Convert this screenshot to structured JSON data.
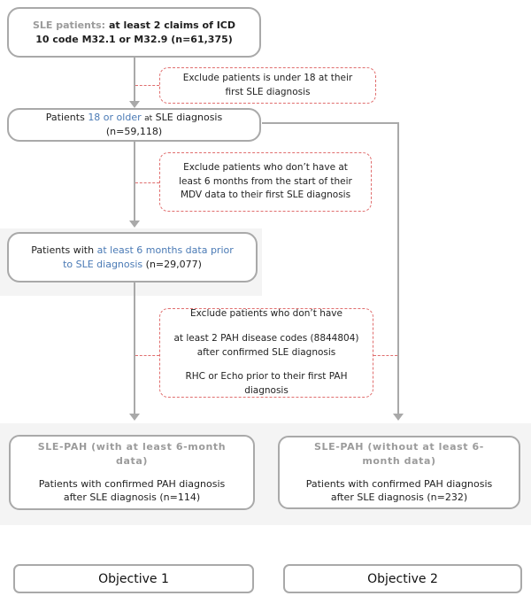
{
  "colors": {
    "box_border": "#a9a9a9",
    "connector_line": "#a9a9a9",
    "exclude_border": "#e06e6e",
    "gray_heading_text": "#9b9b9b",
    "blue_highlight_text": "#4a7ab5",
    "body_text": "#1f1f1f",
    "panel_bg": "#f4f4f4"
  },
  "flow": {
    "box_sle": {
      "label_prefix": "SLE patients:",
      "label_main": "at least 2 claims of ICD 10 code M32.1 or M32.9 (n=61,375)"
    },
    "exclude_under18": {
      "text": "Exclude patients is under 18 at their first SLE diagnosis"
    },
    "box_age": {
      "pre": "Patients",
      "highlight": "18 or older",
      "small": "at",
      "post": "SLE diagnosis (n=59,118)"
    },
    "exclude_mdv": {
      "text": "Exclude patients who don’t have at least 6 months from the start of their MDV data to their first SLE diagnosis"
    },
    "box_6months": {
      "pre": "Patients with",
      "highlight": "at least 6 months data prior to SLE diagnosis",
      "post": "(n=29,077)"
    },
    "exclude_pah": {
      "line1": "Exclude patients who don’t have",
      "line2": "at least 2 PAH disease codes (8844804) after confirmed SLE diagnosis",
      "line3": "RHC or Echo prior to their first PAH diagnosis"
    },
    "box_slepah_with": {
      "title": "SLE-PAH (with at least 6-month data)",
      "body": "Patients with confirmed PAH diagnosis after SLE diagnosis (n=114)"
    },
    "box_slepah_without": {
      "title": "SLE-PAH (without at least 6-month data)",
      "body": "Patients with confirmed PAH diagnosis after SLE diagnosis (n=232)"
    },
    "objective1": {
      "label": "Objective 1"
    },
    "objective2": {
      "label": "Objective 2"
    }
  }
}
